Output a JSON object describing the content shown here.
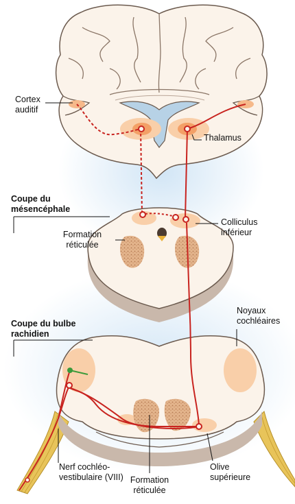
{
  "labels": {
    "cortex_auditif": "Cortex\nauditif",
    "thalamus": "Thalamus",
    "coupe_mesencephale": "Coupe du\nmésencéphale",
    "formation_reticulee_top": "Formation\nréticulée",
    "colliculus_inferieur": "Colliculus\ninférieur",
    "noyaux_cochleaires": "Noyaux\ncochléaires",
    "coupe_bulbe": "Coupe du bulbe\nrachidien",
    "nerf_cochleo": "Nerf cochléo-\nvestibulaire (VIII)",
    "formation_reticulee_bottom": "Formation\nréticulée",
    "olive_superieure": "Olive\nsupérieure"
  },
  "colors": {
    "tissue": "#fbf3ea",
    "tissue_edge": "#6b5a4e",
    "shadow": "#c9b8ab",
    "nucleus": "#f6b98a",
    "reticular": "#dba67d",
    "pathway": "#c8231f",
    "glow": "#cfe4f5",
    "nerve": "#e8c45a",
    "ganglion": "#3a9a3a"
  }
}
